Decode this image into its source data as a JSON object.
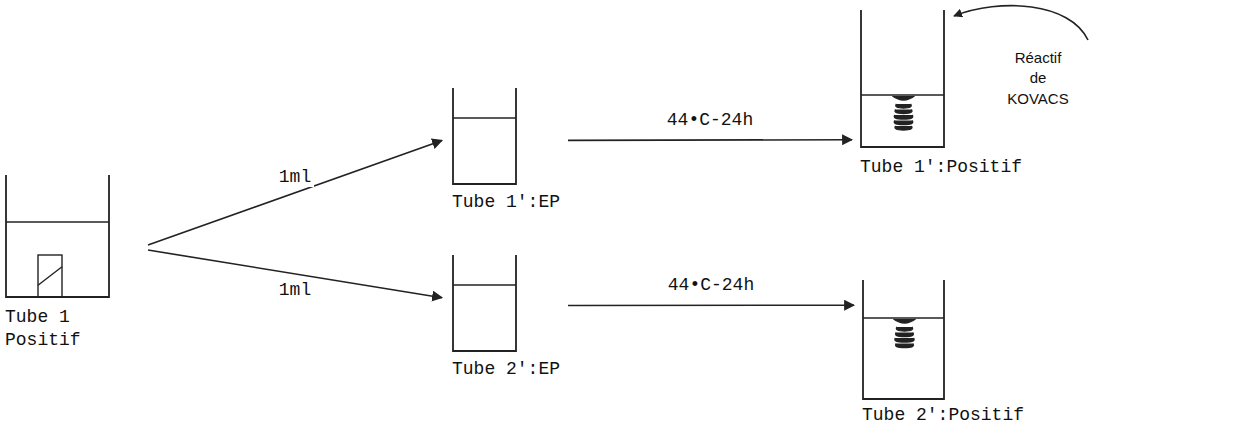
{
  "diagram": {
    "nodes": [
      {
        "text": [
          "Tube 1 Positif"
        ]
      },
      {
        "text": [
          "Tube 1':EP"
        ]
      },
      {
        "text": [
          "Tube 2':EP"
        ]
      },
      {
        "text": [
          "Tube 1':Positif"
        ]
      },
      {
        "text": [
          "Tube 2':Positif"
        ]
      }
    ],
    "edges": [
      {
        "from": 0,
        "to": 1,
        "arrow": "to",
        "label": "1ml"
      },
      {
        "from": 0,
        "to": 2,
        "arrow": "to",
        "label": "1ml"
      },
      {
        "from": 1,
        "to": 3,
        "arrow": "to",
        "label": "44•C-24h"
      },
      {
        "from": 2,
        "to": 4,
        "arrow": "to",
        "label": "44•C-24h"
      }
    ],
    "labels": [
      "Réactif de KOVACS"
    ]
  }
}
